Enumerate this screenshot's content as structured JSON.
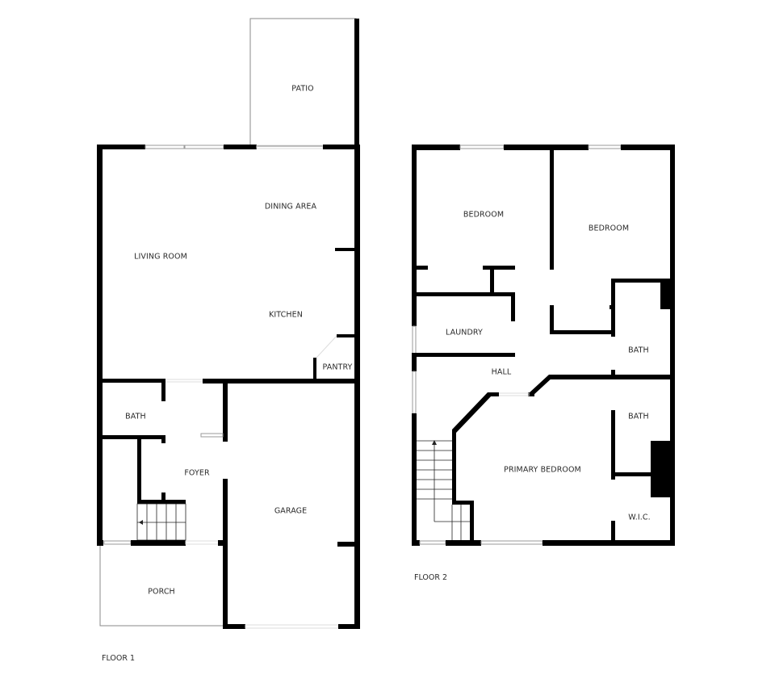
{
  "floors": [
    {
      "label": "FLOOR 1",
      "rooms": {
        "patio": "PATIO",
        "dining_area": "DINING AREA",
        "living_room": "LIVING ROOM",
        "kitchen": "KITCHEN",
        "pantry": "PANTRY",
        "bath": "BATH",
        "foyer": "FOYER",
        "garage": "GARAGE",
        "porch": "PORCH"
      }
    },
    {
      "label": "FLOOR 2",
      "rooms": {
        "bedroom_1": "BEDROOM",
        "bedroom_2": "BEDROOM",
        "laundry": "LAUNDRY",
        "hall": "HALL",
        "bath_1": "BATH",
        "bath_2": "BATH",
        "primary_bedroom": "PRIMARY BEDROOM",
        "wic": "W.I.C."
      }
    }
  ],
  "colors": {
    "wall": "#000000",
    "background": "#ffffff",
    "label": "#2a2a2a"
  }
}
